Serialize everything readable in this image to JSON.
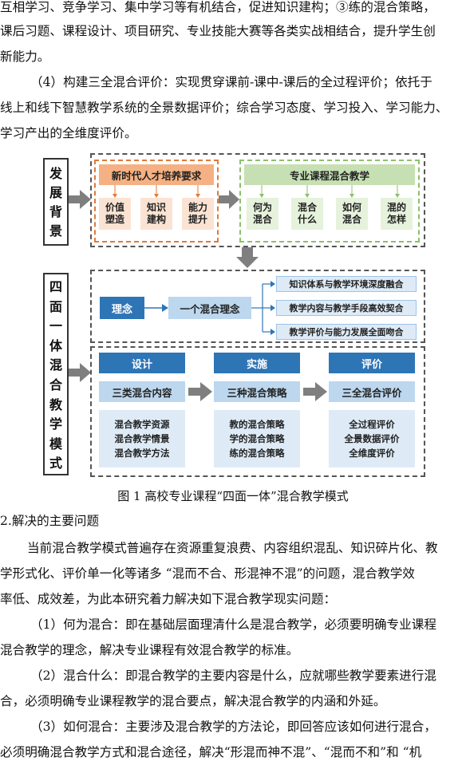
{
  "paragraphs_top": [
    "互相学习、竞争学习、集中学习等有机结合，促进知识建构；③练的混合策略，",
    "课后习题、课程设计、项目研究、专业技能大赛等各类实战相结合，提升学生创",
    "新能力。",
    "（4）构建三全混合评价：实现贯穿课前-课中-课后的全过程评价；依托于",
    "线上和线下智慧教学系统的全景数据评价；综合学习态度、学习投入、学习能力、",
    "学习产出的全维度评价。"
  ],
  "figure": {
    "section1_label": [
      "发",
      "展",
      "背",
      "景"
    ],
    "section2_label": [
      "四",
      "面",
      "一",
      "体",
      "混",
      "合",
      "教",
      "学",
      "模",
      "式"
    ],
    "talent_header": "新时代人才培养要求",
    "talent_items": [
      "价值\n塑造",
      "知识\n建构",
      "能力\n提升"
    ],
    "course_header": "专业课程混合教学",
    "course_items": [
      "何为\n混合",
      "混合\n什么",
      "如何\n混合",
      "混的\n怎样"
    ],
    "concept_label": "理念",
    "concept_main": "一个混合理念",
    "concept_points": [
      "知识体系与教学环境深度融合",
      "教学内容与教学手段高效契合",
      "教学评价与能力发展全面吻合"
    ],
    "columns": [
      {
        "head": "设计",
        "title": "三类混合内容",
        "items": [
          "混合教学资源",
          "混合教学情景",
          "混合教学方法"
        ]
      },
      {
        "head": "实施",
        "title": "三种混合策略",
        "items": [
          "教的混合策略",
          "学的混合策略",
          "练的混合策略"
        ]
      },
      {
        "head": "评价",
        "title": "三全混合评价",
        "items": [
          "全过程评价",
          "全景数据评价",
          "全维度评价"
        ]
      }
    ],
    "colors": {
      "blue": "#2e75b6",
      "light_blue": "#bdd7ee",
      "orange": "#f5b183",
      "green": "#c6e0b4",
      "arrow_gray": "#7f7f7f"
    }
  },
  "caption": "图 1  高校专业课程“四面一体”混合教学模式",
  "section_heading": "2.解决的主要问题",
  "paragraphs_bottom": [
    "当前混合教学模式普遍存在资源重复浪费、内容组织混乱、知识碎片化、教",
    "学形式化、评价单一化等诸多 “混而不合、形混神不混”的问题，混合教学效",
    "率低、成效差，为此本研究着力解决如下混合教学现实问题：",
    "（1）何为混合：即在基础层面理清什么是混合教学，必须要明确专业课程",
    "混合教学的理念，解决专业课程有效混合教学的标准。",
    "（2）混合什么：即混合教学的主要内容是什么，应就哪些教学要素进行混",
    "合，必须明确专业课程教学的混合要点，解决混合教学的内涵和外延。",
    "（3）如何混合：主要涉及混合教学的方法论，即回答应该如何进行混合，",
    "必须明确混合教学方式和混合途径，解决“形混而神不混”、“混而不和”和 “机"
  ]
}
